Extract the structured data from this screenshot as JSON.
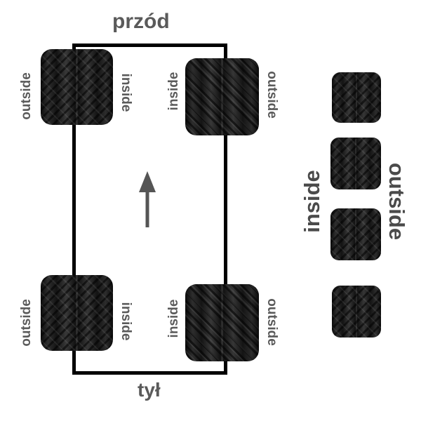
{
  "labels": {
    "front": "przód",
    "back": "tył"
  },
  "wheels": {
    "front_left": {
      "outer": "outside",
      "inner": "inside"
    },
    "front_right": {
      "inner": "inside",
      "outer": "outside"
    },
    "rear_left": {
      "outer": "outside",
      "inner": "inside"
    },
    "rear_right": {
      "inner": "inside",
      "outer": "outside"
    }
  },
  "stack": {
    "left_label": "inside",
    "right_label": "outside"
  },
  "icons": {
    "direction": "arrow-up-icon"
  },
  "colors": {
    "frame": "#000000",
    "text": "#5a5a5a",
    "arrow": "#555555"
  }
}
